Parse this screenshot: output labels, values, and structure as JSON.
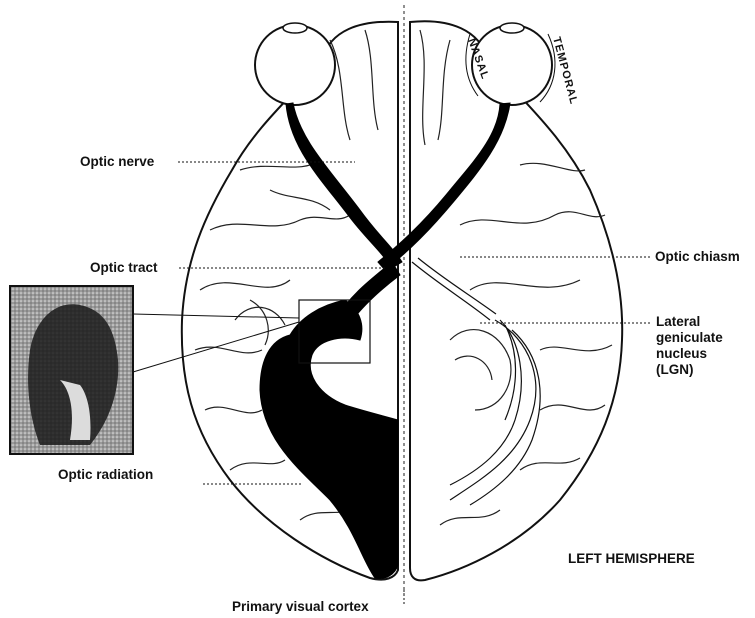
{
  "labels": {
    "optic_nerve": "Optic nerve",
    "optic_tract": "Optic tract",
    "optic_chiasm": "Optic chiasm",
    "lgn_line1": "Lateral",
    "lgn_line2": "geniculate",
    "lgn_line3": "nucleus",
    "lgn_line4": "(LGN)",
    "optic_radiation": "Optic radiation",
    "primary_visual_cortex": "Primary visual cortex",
    "hemisphere": "LEFT HEMISPHERE",
    "nasal": "NASAL",
    "temporal": "TEMPORAL"
  },
  "colors": {
    "ink": "#111111",
    "pathway": "#000000",
    "background": "#ffffff",
    "inset_bg": "#8a8a8a"
  },
  "icons": {
    "inset": "brain-section-photo"
  }
}
